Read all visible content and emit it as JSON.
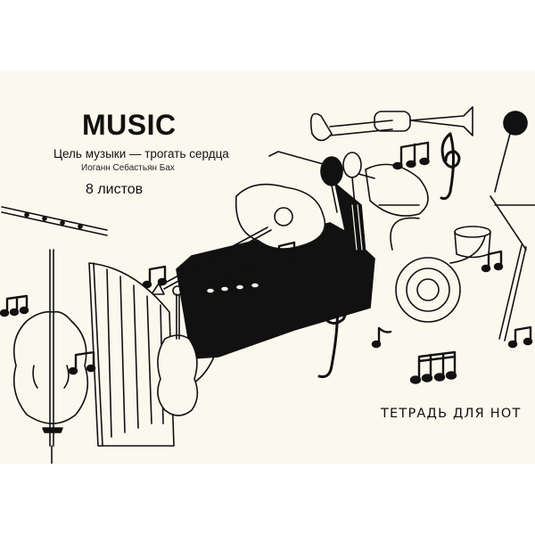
{
  "cover": {
    "title": "MUSIC",
    "subtitle": "Цель музыки — трогать сердца",
    "author": "Иоганн Себастьян Бах",
    "sheet_count": "8 листов",
    "product_label": "ТЕТРАДЬ ДЛЯ НОТ"
  },
  "colors": {
    "background": "#fbf8ee",
    "ink": "#111111"
  },
  "illustration": {
    "icons": [
      "piano-icon",
      "cello-icon",
      "harp-icon",
      "violin-icon",
      "guitar-icon",
      "french-horn-icon",
      "trumpet-icon",
      "microphone-icon",
      "treble-clef-icon",
      "music-note-icon",
      "flute-icon",
      "maracas-icon"
    ]
  }
}
